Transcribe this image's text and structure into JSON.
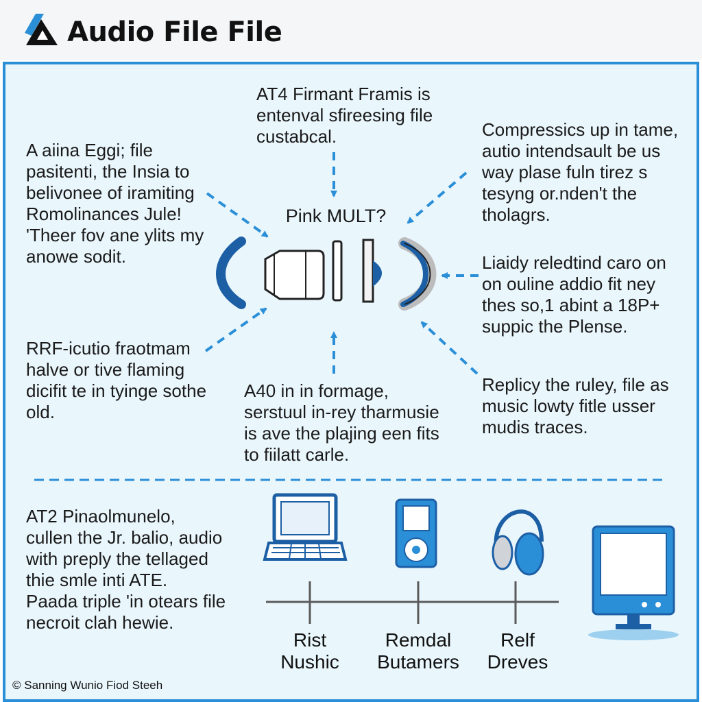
{
  "header": {
    "title": "Audio File File",
    "logo_icon": "triangle-logo-icon"
  },
  "center": {
    "label": "Pink MULT?",
    "icon": "audio-speaker-waves-icon"
  },
  "blocks": {
    "top": "AT4 Firmant Framis is\nentenval sfireesing file\ncustabcal.",
    "left_upper": "A aiina Eggi; file\npasitenti, the Insia to\nbelivonee of iramiting\nRomolinances Jule!\n'Theer fov ane ylits my\nanowe sodit.",
    "left_lower": "RRF-icutio fraotmam\nhalve or tive flaming\ndicifit te in tyinge sothe\nold.",
    "bottom_center": "A40 in in formage,\nserstuul in-rey tharmusie\nis ave the plajing een fits\nto fiilatt carle.",
    "right_upper": "Compressics up in tame,\nautio intendsault be us\nway plase fuln tirez s\ntesyng or.nden't the\ntholagrs.",
    "right_middle": "Liaidy reledtind caro on\non ouline addio fit ney\nthes so,1 abint a 18P+\nsuppic the Plense.",
    "right_lower": "Replicy the ruley, file as\nmusic lowty fitle usser\nmudis traces.",
    "bottom_left": "AT2 Pinaolmunelo,\ncullen the Jr. balio, audio\nwith preply the tellaged\nthie smle inti ATE.\nPaada triple 'in otears file\nnecroit clah hewie."
  },
  "devices": [
    {
      "name": "laptop",
      "icon": "laptop-icon",
      "label": "Rist\nNushic"
    },
    {
      "name": "player",
      "icon": "music-player-icon",
      "label": "Remdal\nButamers"
    },
    {
      "name": "headphones",
      "icon": "headphones-icon",
      "label": "Relf\nDreves"
    },
    {
      "name": "monitor",
      "icon": "monitor-icon",
      "label": ""
    }
  ],
  "footer": "© Sanning Wunio Fiod Steeh",
  "colors": {
    "accent": "#2b8fd8",
    "dark_blue": "#1d5fa5",
    "panel_bg": "#e9f6fc",
    "header_bg": "#f4f6f7"
  }
}
